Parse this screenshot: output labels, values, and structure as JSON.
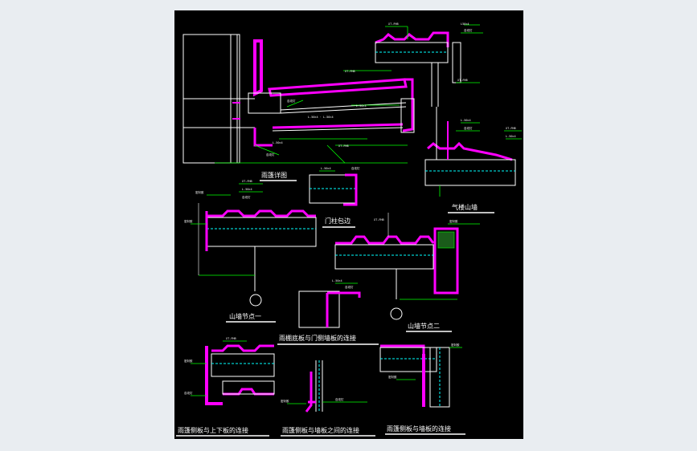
{
  "page": {
    "background": "#e9edf1",
    "sheet_color": "#000000"
  },
  "colors": {
    "panel": "#ff00ff",
    "structure": "#ffffff",
    "dimension": "#00ff00",
    "insulation": "#00ffff",
    "hatch": "#ffff00"
  },
  "titles": {
    "canopy_detail": "雨篷详图",
    "door_column_cover": "门柱包边",
    "gable_parapet": "气楼山墙",
    "gable_node_1": "山墙节点一",
    "gable_node_2": "山墙节点二",
    "canopy_door_panel": "雨棚底板与门侧墙板的连接",
    "canopy_side_top_bottom": "雨篷侧板与上下板的连接",
    "canopy_side_between": "雨篷侧板与墙板之间的连接",
    "canopy_side_wall": "雨篷侧板与墙板的连接"
  },
  "callouts": {
    "c1": "XT-FHB",
    "c2": "L-50×4",
    "c3": "自攻钉",
    "c4": "XT-FHB",
    "c5": "L-50×4",
    "c6": "自攻钉",
    "c7": "XT-FHB",
    "c8": "L50×4",
    "c9": "自攻钉",
    "c10": "XT-FHB",
    "c11": "L-50×4",
    "c12": "自攻钉",
    "c13": "密封胶",
    "c14": "XT-FHB",
    "c15": "L-50×4",
    "c16": "L-50×4",
    "c17": "自攻钉",
    "c18": "XT-FHB",
    "c19": "密封胶",
    "c20": "XT-FHB",
    "c21": "L-50×4",
    "c22": "自攻钉",
    "c23": "密封胶",
    "c24": "L-50×4",
    "c25": "自攻钉",
    "c26": "XT-FHB",
    "c27": "自攻钉",
    "c28": "密封胶",
    "c29": "密封胶",
    "c30": "自攻钉",
    "c31": "密封胶",
    "c32": "密封胶",
    "c33": "L-50×4 · L-50×4"
  }
}
